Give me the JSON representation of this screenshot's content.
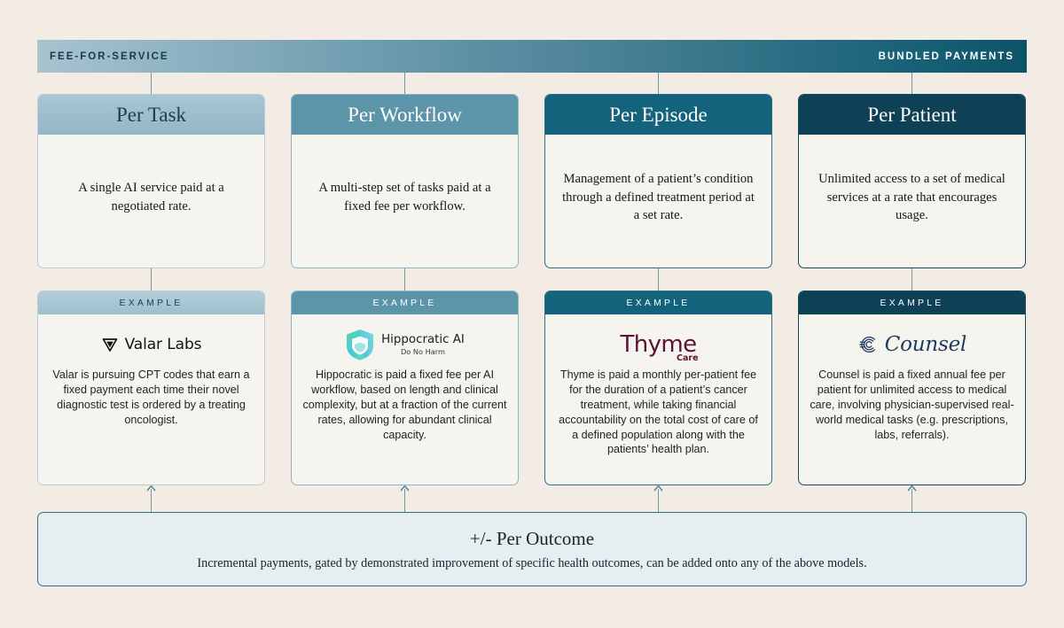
{
  "header": {
    "left_label": "FEE-FOR-SERVICE",
    "right_label": "BUNDLED PAYMENTS"
  },
  "colors": {
    "background": "#f2ece4",
    "card_surface": "#f6f4ef",
    "connector": "#6e97a7",
    "tier1_light": "#a9c6d3",
    "tier2_mid": "#5c94a9",
    "tier3_dark": "#14637c",
    "tier4_darkest": "#0e4156",
    "outcome_fill": "#e6eef1",
    "thyme_maroon": "#5d1133",
    "counsel_navy": "#1e3a5c"
  },
  "models": [
    {
      "title": "Per Task",
      "description": "A single AI service paid at a negotiated rate.",
      "example_label": "EXAMPLE",
      "company": "Valar Labs",
      "logo_icon": "valar-triangle-icon",
      "example_text": "Valar is pursuing CPT codes that earn a fixed payment each time their novel diagnostic test is ordered by a treating oncologist."
    },
    {
      "title": "Per Workflow",
      "description": "A multi-step set of tasks paid at a fixed fee per workflow.",
      "example_label": "EXAMPLE",
      "company": "Hippocratic AI",
      "company_tagline": "Do No Harm",
      "logo_icon": "hippocratic-shield-icon",
      "example_text": "Hippocratic is paid a fixed fee per AI workflow, based on length and clinical complexity, but at a fraction of the current rates, allowing for abundant clinical capacity."
    },
    {
      "title": "Per Episode",
      "description": "Management of a patient’s condition through a defined treatment period at a set rate.",
      "example_label": "EXAMPLE",
      "company": "Thyme",
      "company_tagline": "Care",
      "logo_icon": "thyme-care-wordmark-icon",
      "example_text": "Thyme is paid a monthly per-patient fee for the duration of a patient’s cancer treatment, while taking financial accountability on the total cost of care of a defined population along with the patients’ health plan."
    },
    {
      "title": "Per Patient",
      "description": "Unlimited access to a set of medical services at a rate that encourages usage.",
      "example_label": "EXAMPLE",
      "company": "Counsel",
      "logo_icon": "counsel-fingerprint-icon",
      "example_text": "Counsel is paid a fixed annual fee per patient for unlimited access to medical care, involving physician-supervised real-world medical tasks (e.g. prescriptions, labs, referrals)."
    }
  ],
  "outcome": {
    "title": "+/-  Per Outcome",
    "subtitle": "Incremental payments, gated by demonstrated improvement of specific health outcomes,  can be added onto any of the above models."
  }
}
